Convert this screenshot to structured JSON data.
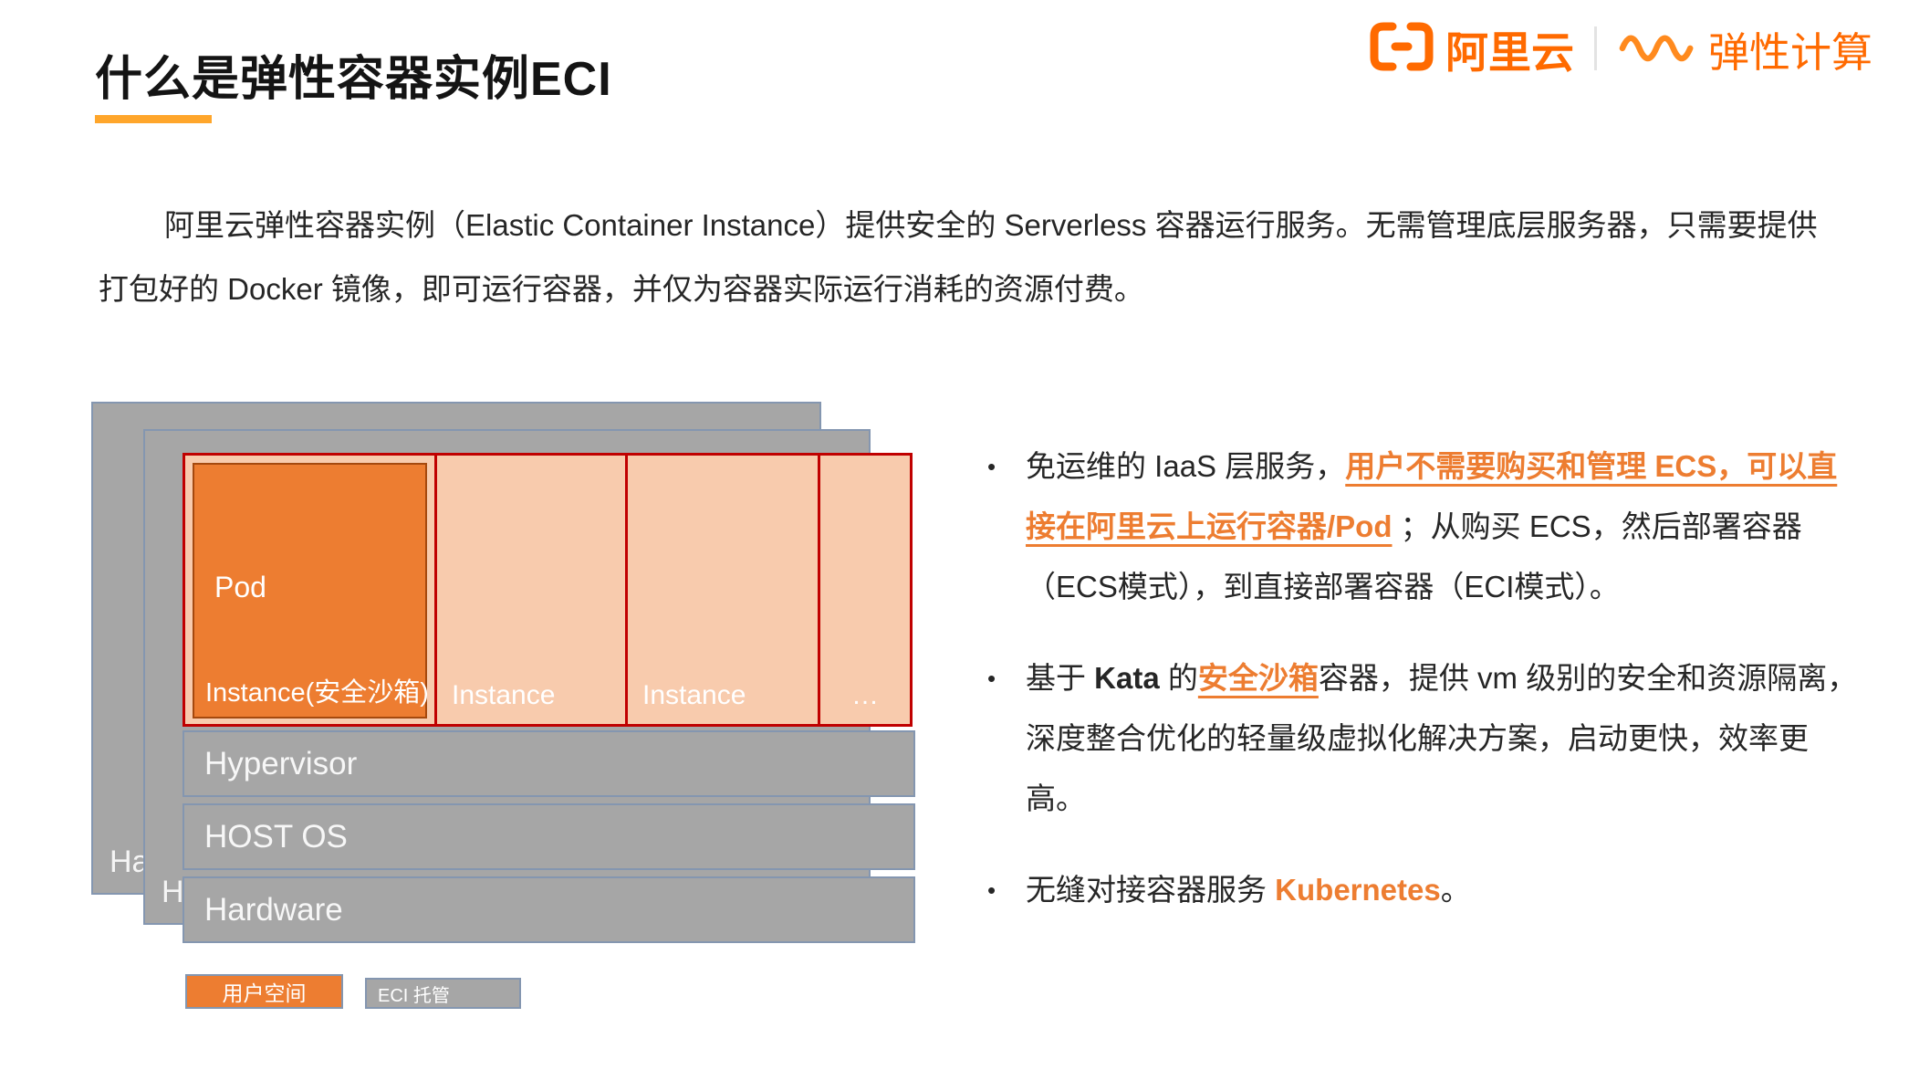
{
  "slide": {
    "title": "什么是弹性容器实例ECI",
    "intro": "阿里云弹性容器实例（Elastic Container Instance）提供安全的 Serverless 容器运行服务。无需管理底层服务器，只需要提供打包好的 Docker 镜像，即可运行容器，并仅为容器实际运行消耗的资源付费。"
  },
  "logo": {
    "brand": "阿里云",
    "product": "弹性计算"
  },
  "diagram": {
    "back_card_label": "Ha",
    "mid_card_label": "Ha",
    "pod": {
      "pod_label": "Pod",
      "instance_label": "Instance(安全沙箱)"
    },
    "instance_labels": [
      "Instance",
      "Instance",
      "…"
    ],
    "layers": [
      "Hypervisor",
      "HOST OS",
      "Hardware"
    ],
    "legend": [
      {
        "label": "用户空间"
      },
      {
        "label": "ECI 托管"
      }
    ]
  },
  "bullets": [
    {
      "segments": [
        {
          "text": "免运维的 IaaS 层服务，",
          "style": "plain"
        },
        {
          "text": "用户不需要购买和管理 ECS，可以直接在阿里云上运行容器/Pod",
          "style": "accent-underline"
        },
        {
          "text": " ；从购买 ECS，然后部署容器（ECS模式），到直接部署容器（ECI模式）。",
          "style": "plain"
        }
      ]
    },
    {
      "segments": [
        {
          "text": "基于 ",
          "style": "plain"
        },
        {
          "text": "Kata",
          "style": "strong"
        },
        {
          "text": " 的",
          "style": "plain"
        },
        {
          "text": "安全沙箱",
          "style": "accent-underline"
        },
        {
          "text": "容器，提供 vm 级别的安全和资源隔离，深度整合优化的轻量级虚拟化解决方案，启动更快，效率更高。",
          "style": "plain"
        }
      ]
    },
    {
      "segments": [
        {
          "text": "无缝对接容器服务 ",
          "style": "plain"
        },
        {
          "text": "Kubernetes",
          "style": "accent"
        },
        {
          "text": "。",
          "style": "plain"
        }
      ]
    }
  ],
  "colors": {
    "brand_orange": "#FF6A00",
    "accent_orange": "#ED7D31",
    "light_orange": "#F8CBAD",
    "red_border": "#C00000",
    "layer_gray": "#A6A6A6",
    "card_border": "#8496B0",
    "title_underline": "#FFA62B"
  }
}
